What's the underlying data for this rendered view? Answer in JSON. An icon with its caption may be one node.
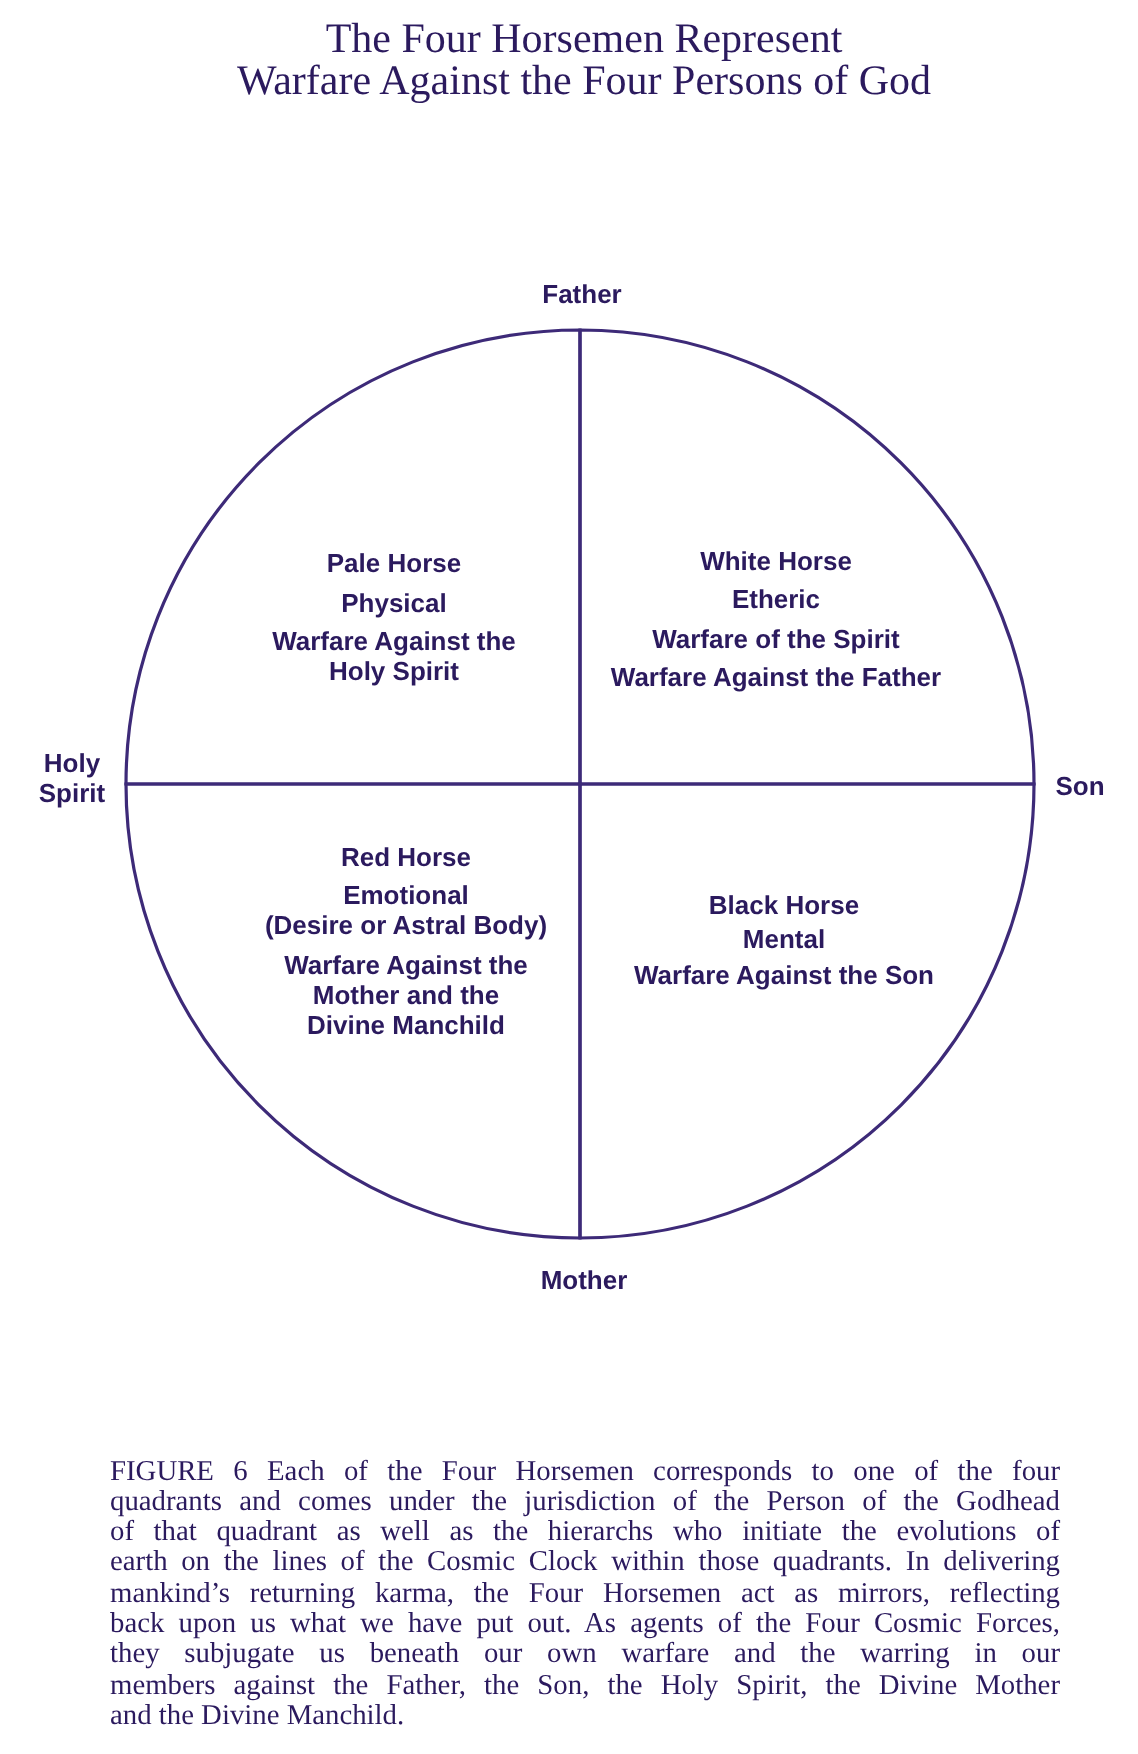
{
  "diagram": {
    "title": "The Four Horsemen Represent Warfare Against the Four Persons of God",
    "caption": "FIGURE 6 Each of the Four Horsemen corresponds to one of the four quadrants and comes under the jurisdiction of the Person of the Godhead of that quadrant as well as the hierarchs who initiate the evolutions of earth on the lines of the Cosmic Clock within those quadrants. In delivering mankind’s returning karma, the Four Horsemen act as mirrors, reflecting back upon us what we have put out. As agents of the Four Cosmic Forces, they subjugate us beneath our own warfare and the warring in our members against the Father, the Son, the Holy Spirit, the Divine Mother and the Divine Manchild.",
    "nodes": [
      {
        "text": [
          "Pale Horse",
          "Physical",
          "Warfare Against the Holy Spirit"
        ]
      },
      {
        "text": [
          "White Horse",
          "Etheric",
          "Warfare of the Spirit",
          "Warfare Against the Father"
        ]
      },
      {
        "text": [
          "Red Horse",
          "Emotional (Desire or Astral Body)",
          "Warfare Against the Mother and the Divine Manchild"
        ]
      },
      {
        "text": [
          "Black Horse",
          "Mental",
          "Warfare Against the Son"
        ]
      }
    ],
    "labels": [
      "Father",
      "Holy Spirit",
      "Son",
      "Mother"
    ]
  }
}
